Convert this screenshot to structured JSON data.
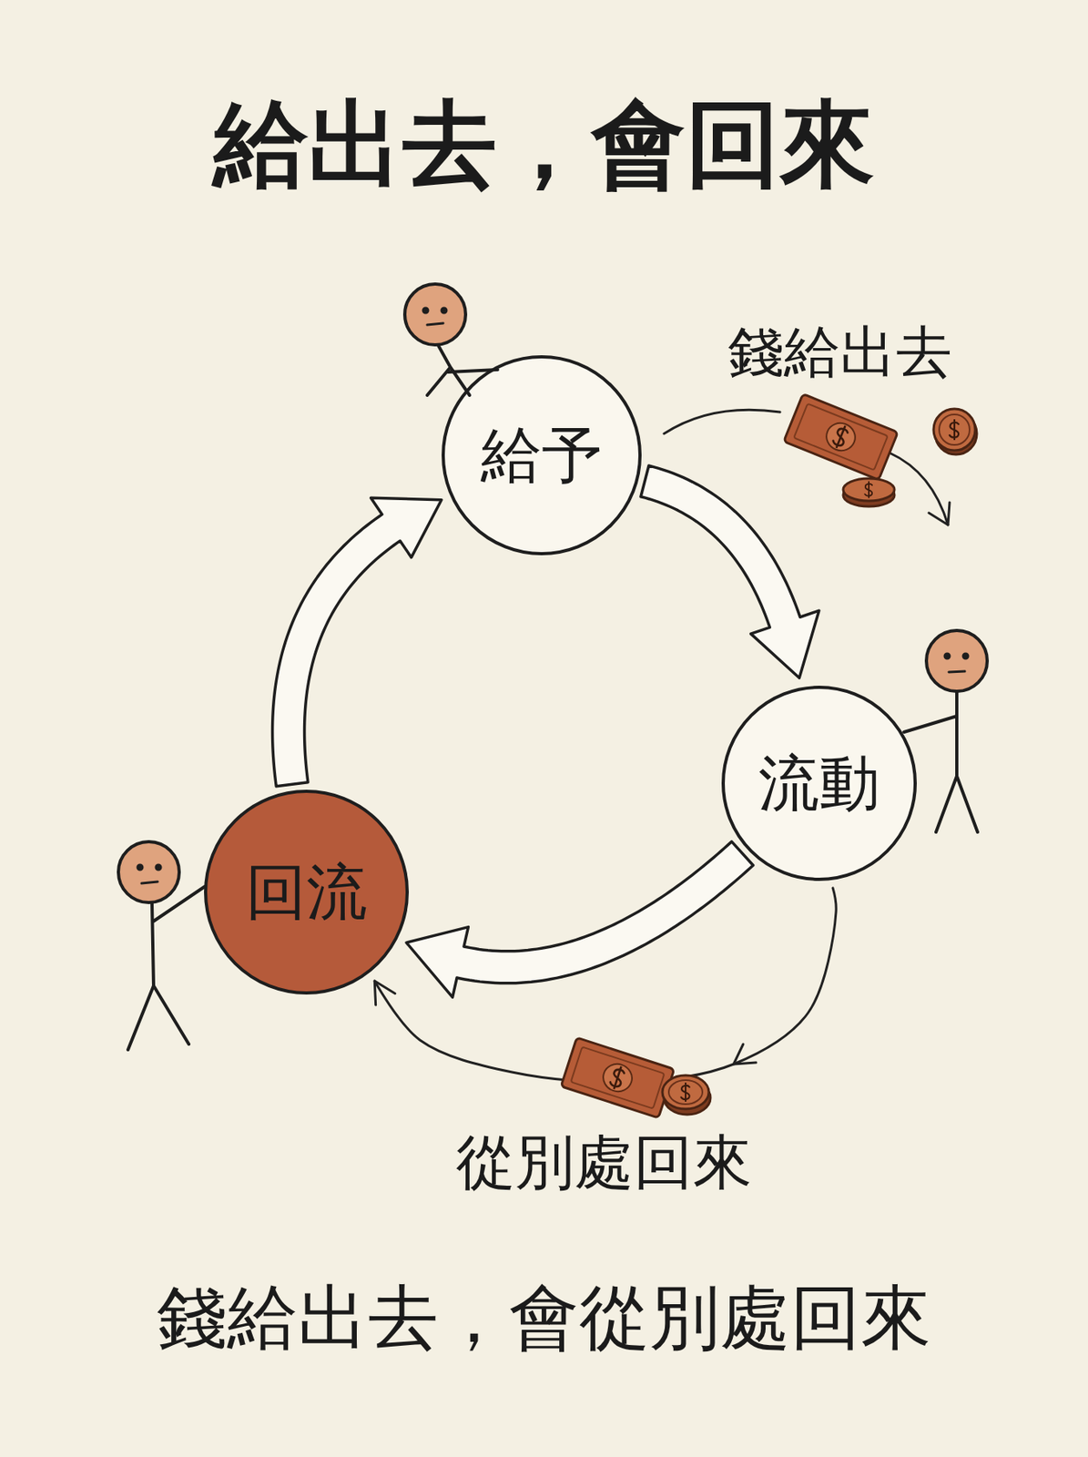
{
  "diagram": {
    "title": "給出去，會回來",
    "caption": "錢給出去，會從別處回來",
    "nodes": [
      {
        "text": [
          "給予"
        ]
      },
      {
        "text": [
          "流動"
        ]
      },
      {
        "text": [
          "回流"
        ]
      }
    ],
    "edges": [
      {
        "from": 0,
        "to": 1,
        "arrow": "to"
      },
      {
        "from": 1,
        "to": 2,
        "arrow": "to"
      },
      {
        "from": 2,
        "to": 0,
        "arrow": "to"
      },
      {
        "from": 1,
        "to": 2,
        "arrow": "to",
        "label": "從別處回來"
      }
    ],
    "labels": [
      "錢給出去"
    ]
  }
}
